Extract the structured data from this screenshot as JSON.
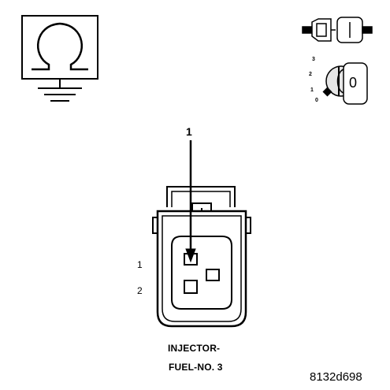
{
  "callout_label": "1",
  "pin_labels": [
    "1",
    "2"
  ],
  "caption": {
    "line1": "INJECTOR-",
    "line2": "FUEL-NO. 3"
  },
  "figure_id": "8132d698",
  "ignition_positions": [
    "3",
    "2",
    "1",
    "0"
  ],
  "key_display": "0",
  "icons": [
    "ohmmeter-icon",
    "disconnected-connector-icon",
    "ignition-key-off-icon"
  ]
}
